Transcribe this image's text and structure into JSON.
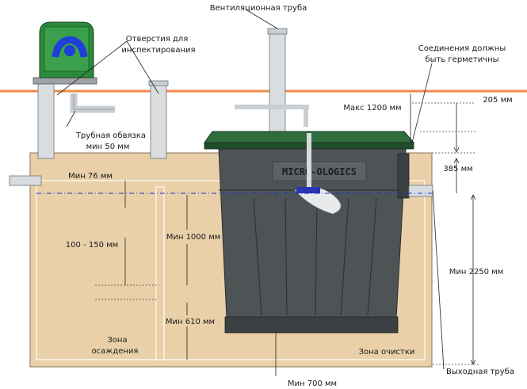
{
  "labels": {
    "vent_pipe": "Вентиляционная труба",
    "inspection_holes_1": "Отверстия для",
    "inspection_holes_2": "инспектирования",
    "sealed_joints_1": "Соединения должны",
    "sealed_joints_2": "быть герметичны",
    "max_depth": "Макс 1200 мм",
    "dim_205": "205 мм",
    "pipe_binding_1": "Трубная обвязка",
    "pipe_binding_2": "мин 50 мм",
    "dim_385": "385 мм",
    "min_76": "Мин 76 мм",
    "range_100_150": "100 - 150 мм",
    "min_1000": "Мин 1000 мм",
    "min_2250": "Мин 2250 мм",
    "min_610": "Мин 610 мм",
    "settling_zone_1": "Зона",
    "settling_zone_2": "осаждения",
    "cleaning_zone": "Зона очистки",
    "outlet_pipe": "Выходная труба",
    "min_700": "Мин 700 мм",
    "brand": "MICRO-OLOGICS"
  },
  "colors": {
    "ground_line": "#f08a4b",
    "concrete": "#e9d0a8",
    "tank_body": "#4e5456",
    "lid": "#2f6d3d",
    "water_line": "#1f2fd0"
  }
}
